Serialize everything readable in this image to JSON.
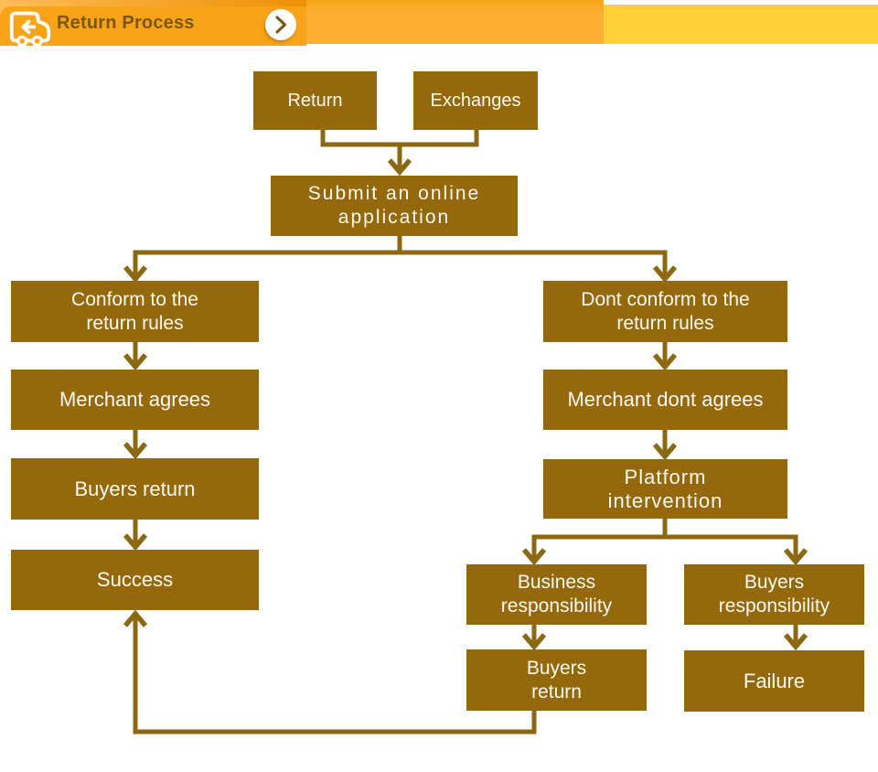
{
  "header": {
    "title": "Return Process",
    "icons": [
      "return-truck-icon",
      "chevron-right-icon"
    ]
  },
  "colors": {
    "page_bg": "#FFFFFF",
    "box": "#95690B",
    "line": "#8C6812",
    "box_text": "#FCF9F1",
    "header_bar": "#F9A319",
    "header_strip_start": "#FCBD55",
    "header_strip_end": "#EE9005",
    "header_middle": "#FCB033",
    "header_middle_top": "#F5A317",
    "header_right": "#FECF37",
    "header_title_text": "#7C5707",
    "circle_chevron": "#7A5510"
  },
  "flowchart": {
    "nodes": {
      "return": {
        "label": "Return"
      },
      "exchanges": {
        "label": "Exchanges"
      },
      "submit": {
        "label": "Submit an online\napplication"
      },
      "conform": {
        "label": "Conform to the\nreturn rules"
      },
      "dont_conform": {
        "label": "Dont conform to the\nreturn rules"
      },
      "merchant_agrees": {
        "label": "Merchant agrees"
      },
      "merchant_dont_agrees": {
        "label": "Merchant dont agrees"
      },
      "buyers_return_left": {
        "label": "Buyers return"
      },
      "platform": {
        "label": "Platform\nintervention"
      },
      "success": {
        "label": "Success"
      },
      "business_responsibility": {
        "label": "Business\nresponsibility"
      },
      "buyers_responsibility": {
        "label": "Buyers\nresponsibility"
      },
      "buyers_return_right": {
        "label": "Buyers\nreturn"
      },
      "failure": {
        "label": "Failure"
      }
    }
  }
}
